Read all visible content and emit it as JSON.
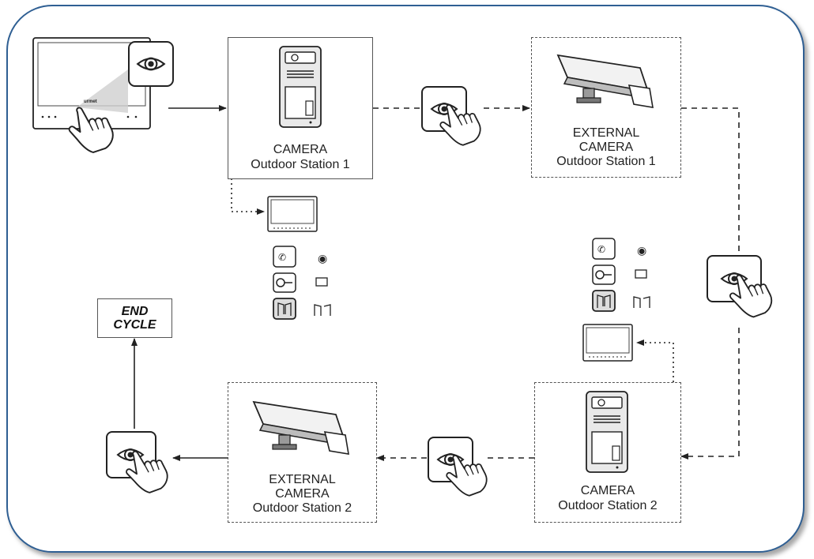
{
  "diagram": {
    "camera_station_1": {
      "line1": "CAMERA",
      "line2": "Outdoor Station 1"
    },
    "external_camera_1": {
      "line1": "EXTERNAL",
      "line2": "CAMERA",
      "line3": "Outdoor Station 1"
    },
    "camera_station_2": {
      "line1": "CAMERA",
      "line2": "Outdoor Station 2"
    },
    "external_camera_2": {
      "line1": "EXTERNAL",
      "line2": "CAMERA",
      "line3": "Outdoor Station 2"
    },
    "end_cycle": {
      "line1": "END",
      "line2": "CYCLE"
    }
  },
  "colors": {
    "frame": "#2f5f93",
    "line": "#333333"
  },
  "icons": [
    "eye-icon",
    "hand-pointer-icon",
    "monitor-icon",
    "door-station-icon",
    "surveillance-camera-icon",
    "audio-icon",
    "key-icon",
    "gate-icon"
  ]
}
